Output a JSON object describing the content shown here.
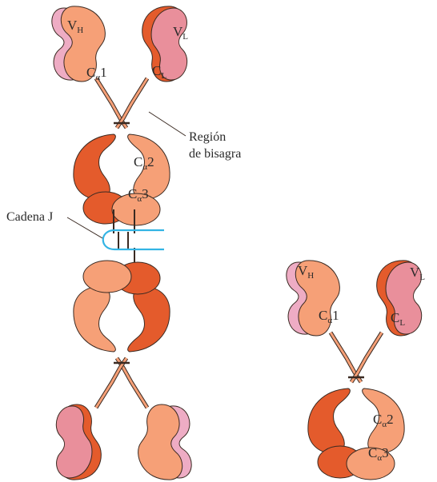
{
  "labels": {
    "hinge_region_line1": "Región",
    "hinge_region_line2": "de bisagra",
    "j_chain": "Cadena J"
  },
  "domains": {
    "vh": {
      "main": "V",
      "sub": "H"
    },
    "vl": {
      "main": "V",
      "sub": "L"
    },
    "ch1": {
      "main": "C",
      "sub": "α",
      "tail": "1"
    },
    "cl": {
      "main": "C",
      "sub": "L"
    },
    "ch2": {
      "main": "C",
      "sub": "α",
      "tail": "2"
    },
    "ch3": {
      "main": "C",
      "sub": "α",
      "tail": "3"
    }
  },
  "colors": {
    "heavy_dark": "#e45b2c",
    "heavy_light": "#f6a077",
    "light_chain_pink": "#e98f9b",
    "light_chain_lightpink": "#eeacc4",
    "j_chain": "#33b4e4",
    "outline": "#3a2a22"
  }
}
